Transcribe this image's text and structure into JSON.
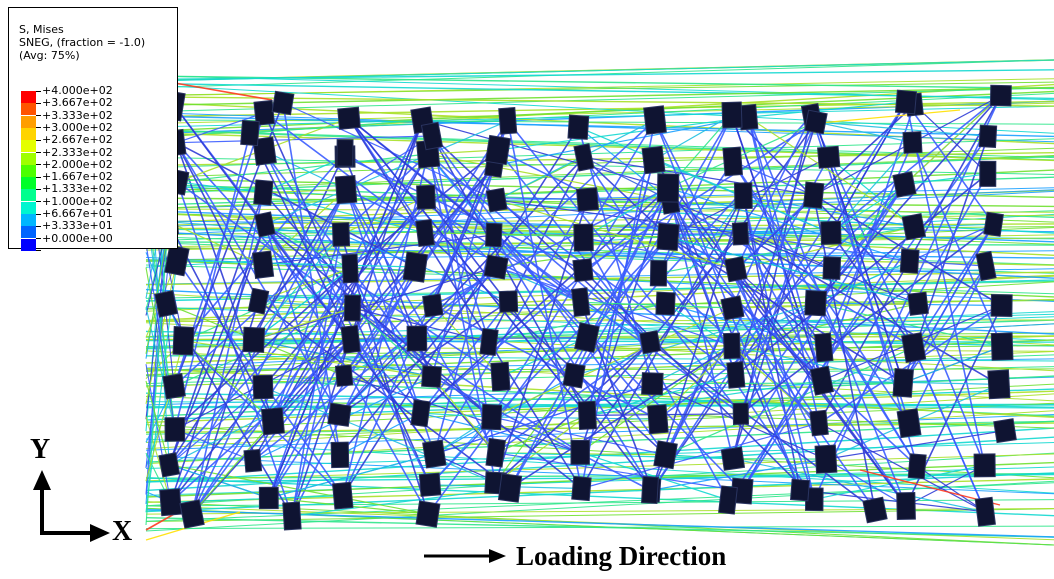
{
  "legend": {
    "title": "S, Mises",
    "subtitle": "SNEG, (fraction = -1.0)",
    "averaging": "(Avg: 75%)",
    "levels": [
      {
        "value": "+4.000e+02",
        "color": "#ff0000"
      },
      {
        "value": "+3.667e+02",
        "color": "#ff5400"
      },
      {
        "value": "+3.333e+02",
        "color": "#ff9e00"
      },
      {
        "value": "+3.000e+02",
        "color": "#ffd400"
      },
      {
        "value": "+2.667e+02",
        "color": "#e4ff00"
      },
      {
        "value": "+2.333e+02",
        "color": "#9fff00"
      },
      {
        "value": "+2.000e+02",
        "color": "#4cff00"
      },
      {
        "value": "+1.667e+02",
        "color": "#00ff2a"
      },
      {
        "value": "+1.333e+02",
        "color": "#00ff8e"
      },
      {
        "value": "+1.000e+02",
        "color": "#00f5d0"
      },
      {
        "value": "+6.667e+01",
        "color": "#00b6ff"
      },
      {
        "value": "+3.333e+01",
        "color": "#0064ff"
      },
      {
        "value": "+0.000e+00",
        "color": "#0000ff"
      }
    ]
  },
  "axes": {
    "y_label": "Y",
    "x_label": "X"
  },
  "loading_direction": {
    "label": "Loading Direction"
  },
  "colors": {
    "node": "#0f1432",
    "fiber_palette": [
      "#1aa0ff",
      "#12d8d0",
      "#2ee58a",
      "#6fe030",
      "#a8e028",
      "#3b5cff",
      "#2f3bd6",
      "#20c0e0"
    ],
    "high_stress_fiber": "#ff3a1e"
  }
}
